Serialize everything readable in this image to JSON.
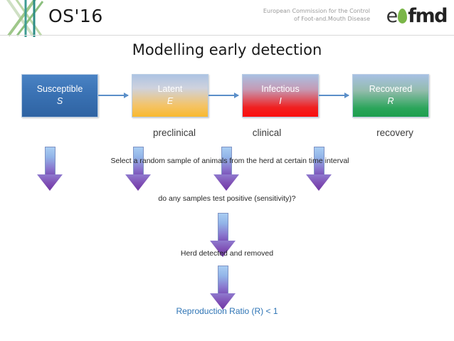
{
  "header": {
    "os_logo_text": "OS'16",
    "ec_line1": "European Commission for the Control",
    "ec_line2": "of Foot-and.Mouth Disease",
    "eufmd_e": "e",
    "eufmd_fmd": "fmd"
  },
  "title": "Modelling early detection",
  "boxes": [
    {
      "name": "Susceptible",
      "symbol": "S",
      "color": "#3a72b4"
    },
    {
      "name": "Latent",
      "symbol": "E",
      "color": "#f9b92e"
    },
    {
      "name": "Infectious",
      "symbol": "I",
      "color": "#fb0d0d"
    },
    {
      "name": "Recovered",
      "symbol": "R",
      "color": "#1e9e4e"
    }
  ],
  "phase_labels": [
    {
      "label": "preclinical"
    },
    {
      "label": "clinical"
    },
    {
      "label": "recovery"
    }
  ],
  "flow_steps": [
    {
      "text": "Select a random sample of animals from the herd at certain time interval"
    },
    {
      "text": "do any samples test positive (sensitivity)?"
    },
    {
      "text": "Herd detected and removed"
    },
    {
      "text": "Reproduction Ratio (R) < 1",
      "color": "#2e74b5"
    }
  ],
  "colors": {
    "connector": "#5b8fc9",
    "arrow_top": "#a9cdf2",
    "arrow_bottom": "#6f37a4",
    "accent_blue": "#2e74b5",
    "leaf_green": "#7ab648"
  }
}
